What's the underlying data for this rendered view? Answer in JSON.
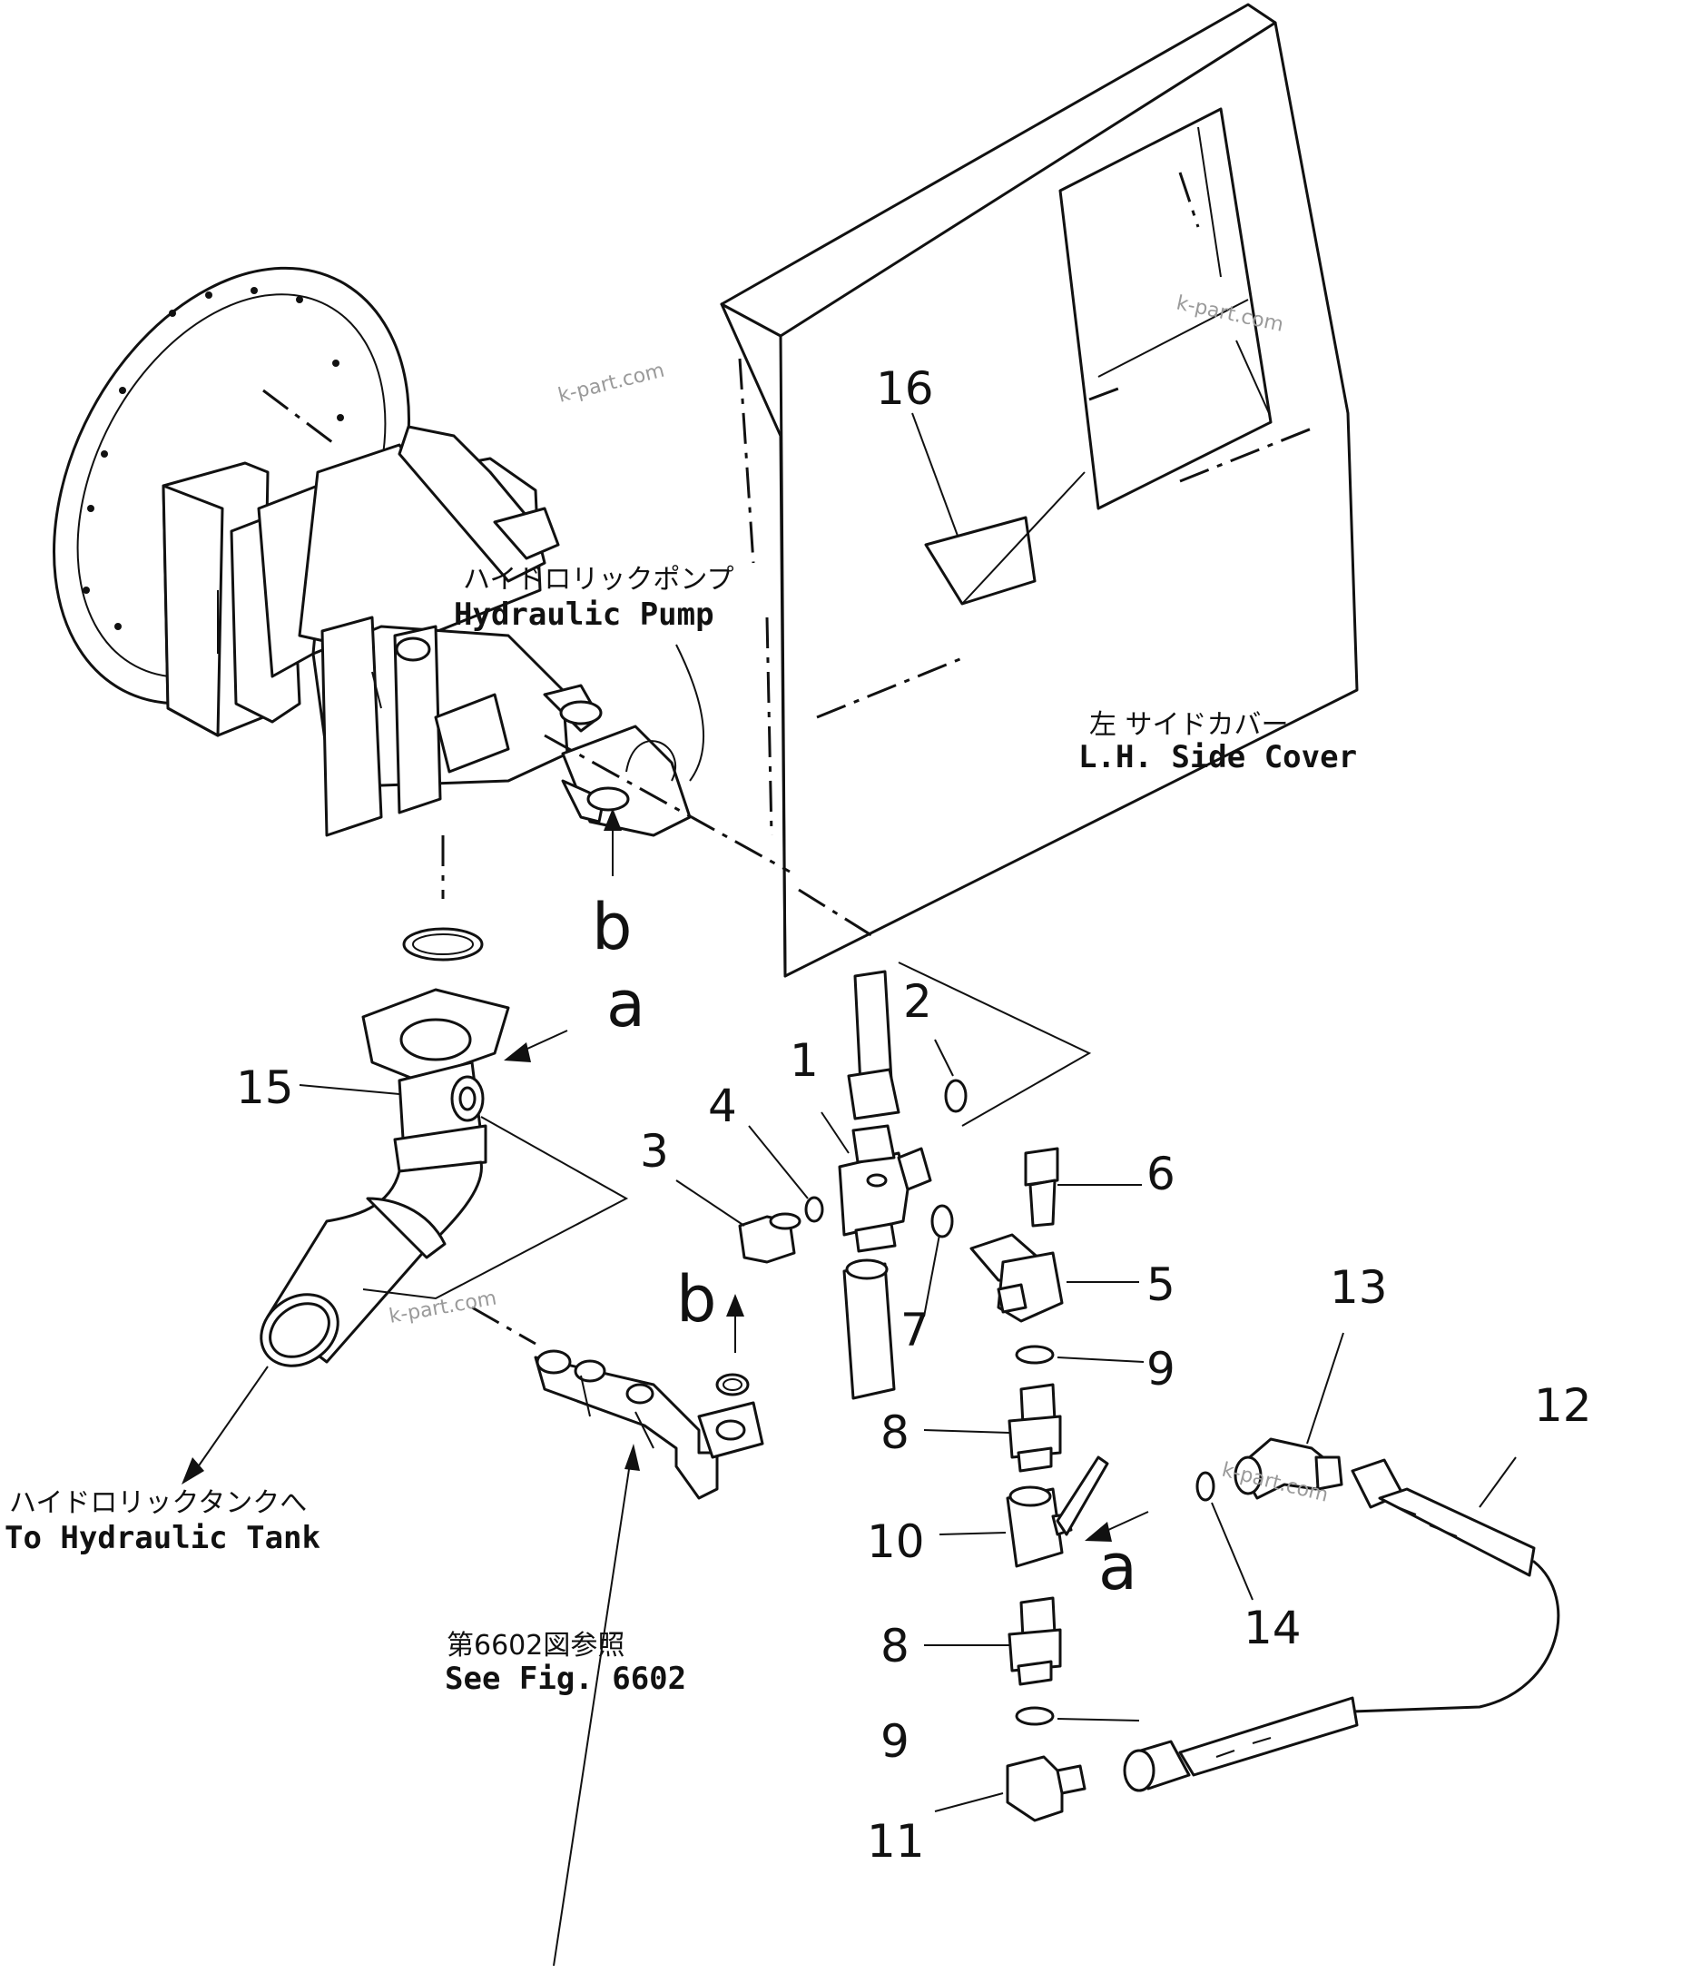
{
  "labels": {
    "hydraulic_pump_jp": "ハイドロリックポンプ",
    "hydraulic_pump_en": "Hydraulic   Pump",
    "side_cover_jp": "左   サイドカバー",
    "side_cover_en": "L.H.  Side  Cover",
    "tank_jp": "ハイドロリックタンクへ",
    "tank_en": "To  Hydraulic  Tank",
    "see_fig_jp": "第6602図参照",
    "see_fig_en": "See  Fig.  6602"
  },
  "view_letters": {
    "a_top": "a",
    "a_bottom": "a",
    "b_top": "b",
    "b_bottom": "b"
  },
  "callouts": [
    "1",
    "2",
    "3",
    "4",
    "5",
    "6",
    "7",
    "8",
    "8",
    "9",
    "9",
    "10",
    "11",
    "12",
    "13",
    "14",
    "15",
    "16"
  ],
  "watermarks": [
    "k-part.com",
    "k-part.com",
    "k-part.com",
    "k-part.com"
  ]
}
